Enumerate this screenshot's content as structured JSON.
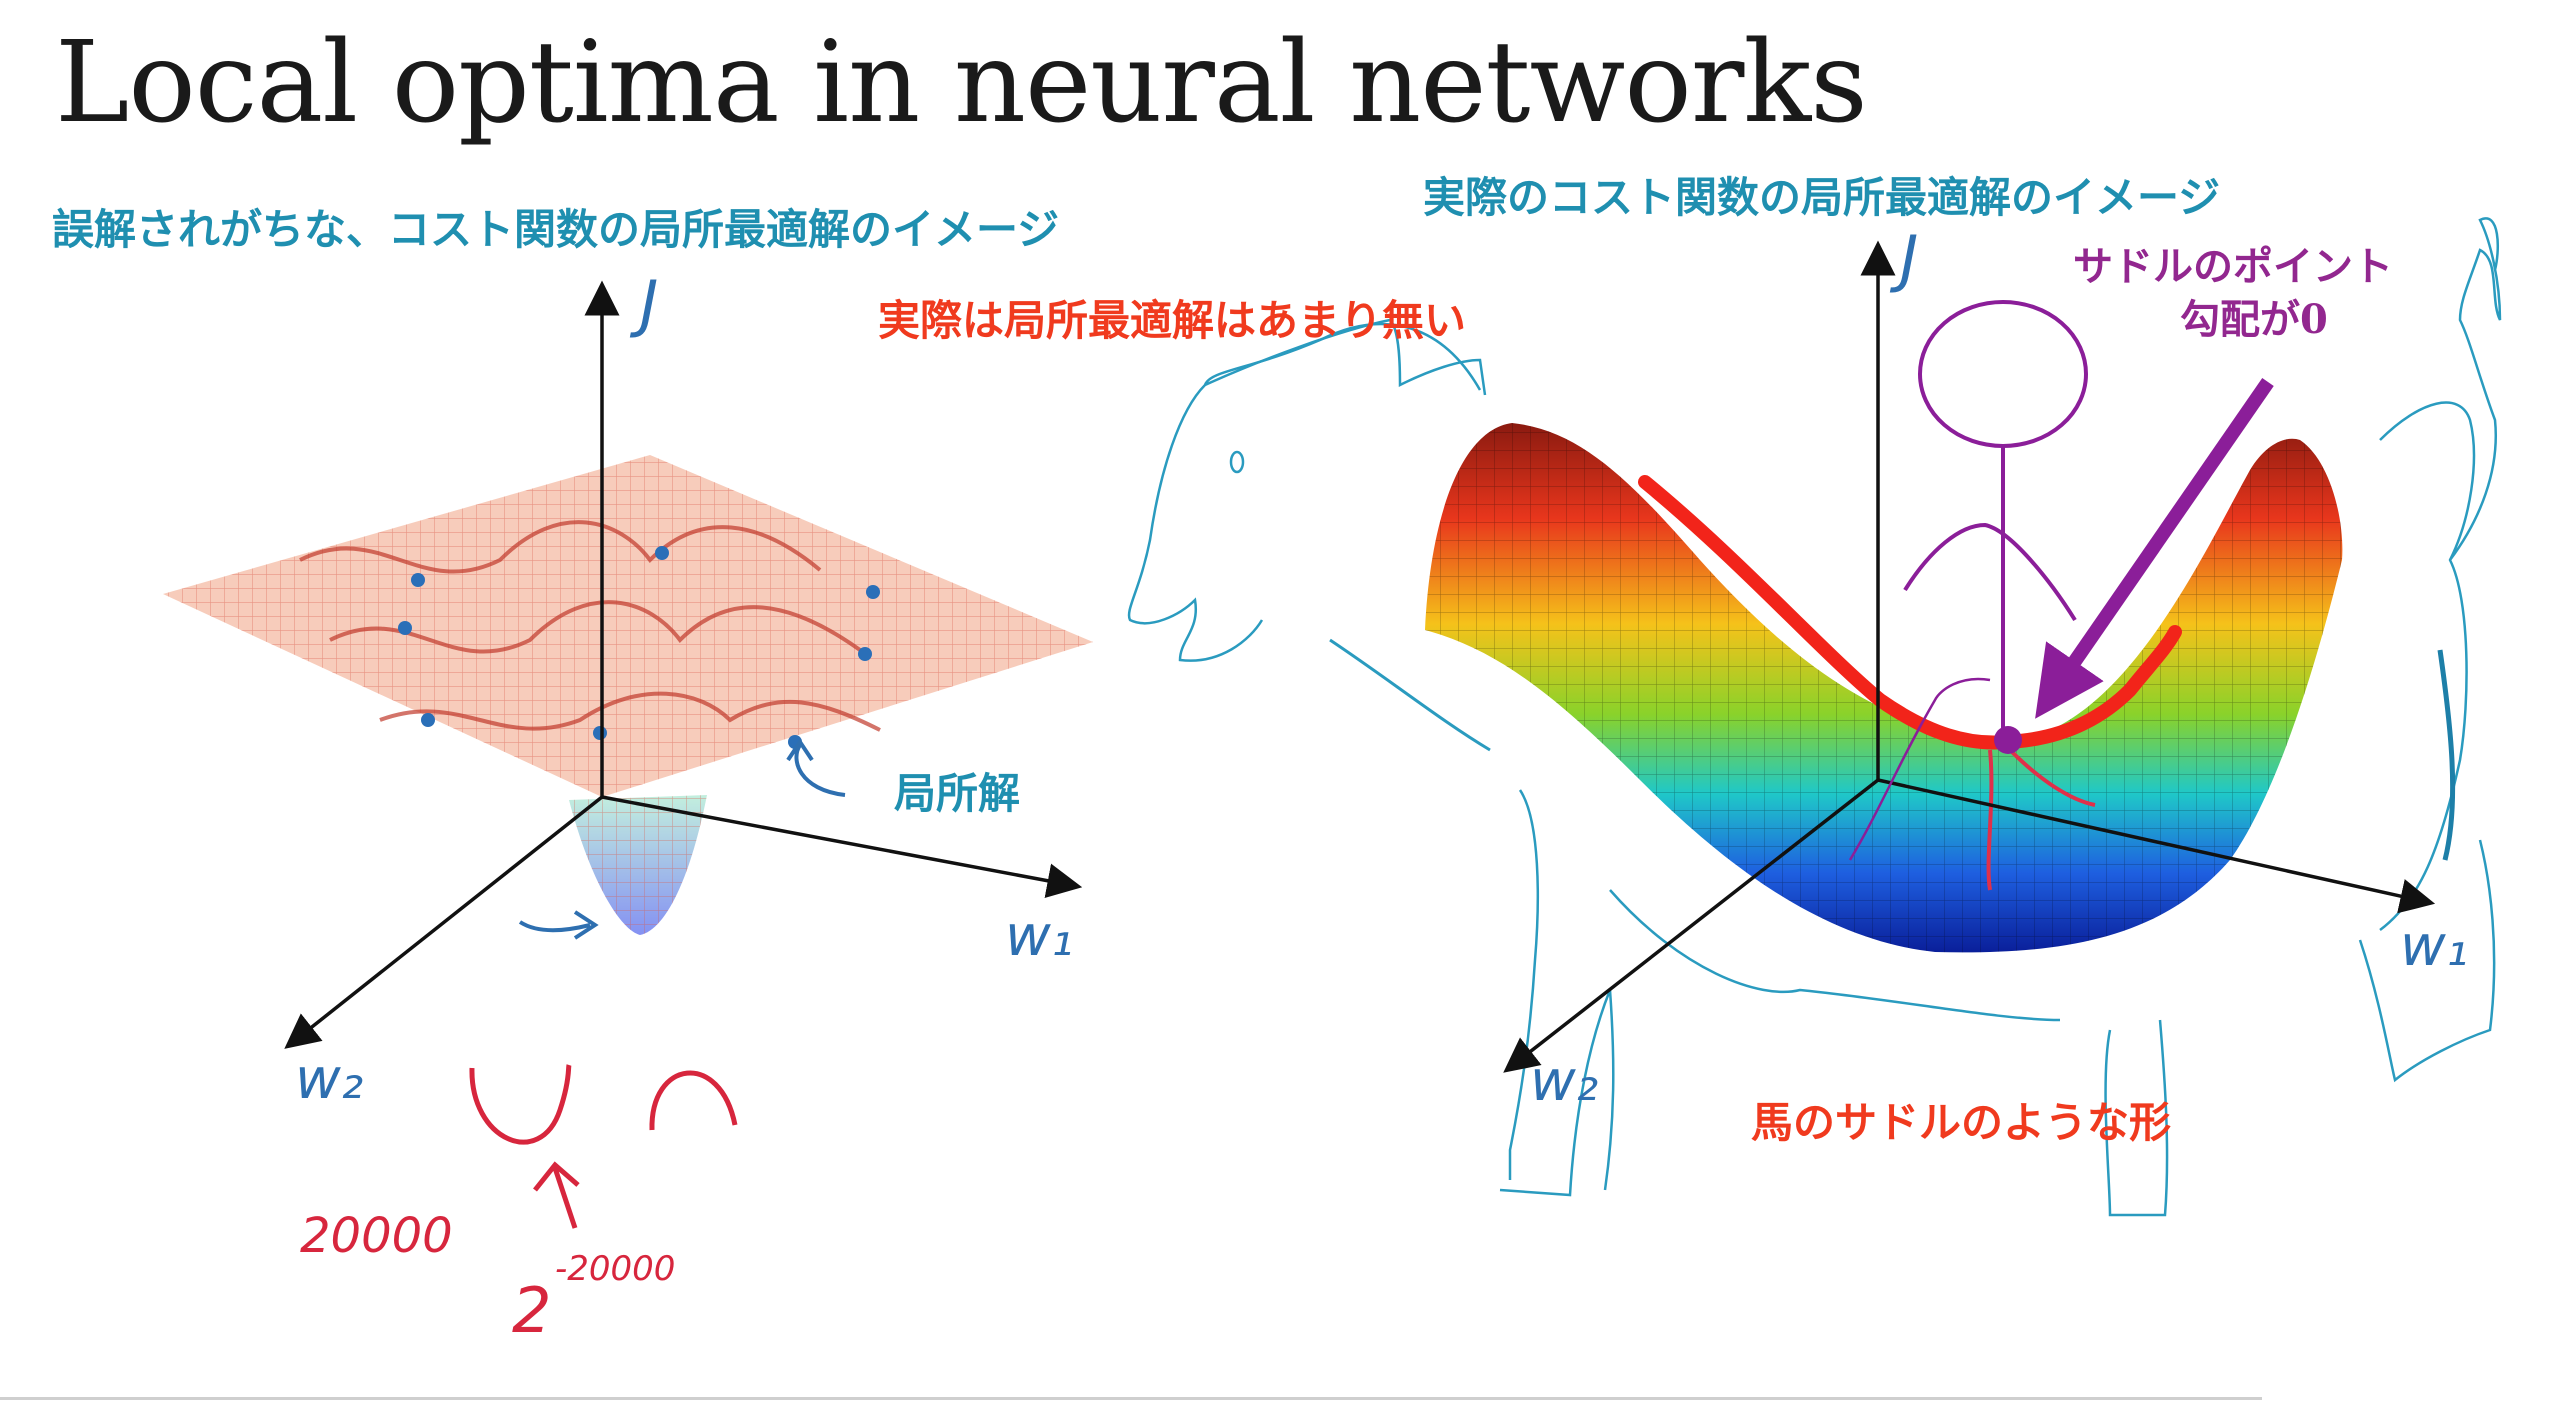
{
  "slide": {
    "title": "Local optima in neural networks",
    "left_subtitle": "誤解されがちな、コスト関数の局所最適解のイメージ",
    "right_subtitle": "実際のコスト関数の局所最適解のイメージ",
    "note_red": "実際は局所最適解はあまり無い",
    "saddle_point": "サドルのポイント",
    "gradient_zero": "勾配が0",
    "local_solution": "局所解",
    "horse_saddle_shape": "馬のサドルのような形"
  },
  "left_plot": {
    "axis_j": "J",
    "axis_w1": "w₁",
    "axis_w2": "w₂",
    "handwritten_count": "20000",
    "handwritten_base": "2",
    "handwritten_exponent": "-20000"
  },
  "right_plot": {
    "axis_j": "J",
    "axis_w1": "w₁",
    "axis_w2": "w₂"
  },
  "colors": {
    "caption_blue": "#1f8fb0",
    "note_red": "#f03a1e",
    "annotation_purple": "#92278f",
    "horse_outline": "#2a9bbf"
  }
}
